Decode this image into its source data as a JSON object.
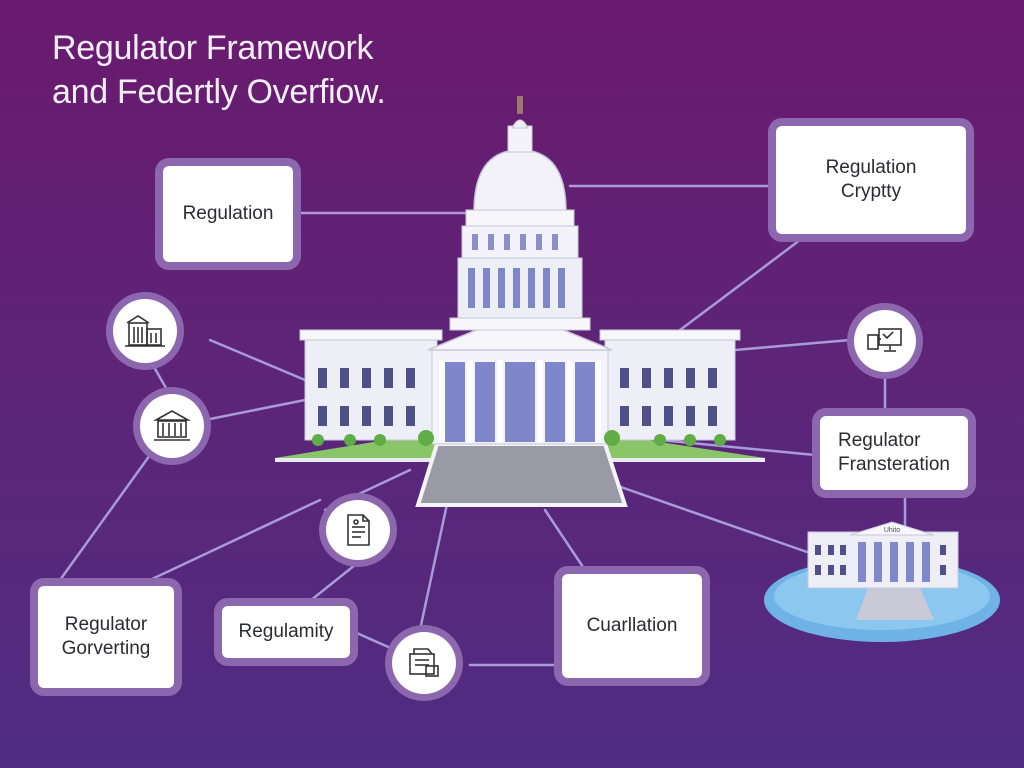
{
  "title": {
    "line1": "Regulator Framework",
    "line2": "and Federtly Overfiow."
  },
  "nodes": {
    "regulation": "Regulation",
    "regulation_cryptty": "Regulation\nCryptty",
    "regulator_fransteration": "Regulator\nFransteration",
    "regulator_gorverting": "Regulator\nGorverting",
    "regulamity": "Regulamity",
    "cuarllation": "Cuarllation"
  },
  "small_building_sign": "Uhito",
  "icons": [
    "institution-building-icon",
    "courthouse-icon",
    "document-icon",
    "computer-network-icon",
    "folder-file-icon"
  ],
  "colors": {
    "background_top": "#6a1a6e",
    "background_bottom": "#4f2c82",
    "node_border": "#8d67ad",
    "connector": "#a99ad8",
    "building_columns": "#7f86c9",
    "water": "#6fb3e6"
  }
}
